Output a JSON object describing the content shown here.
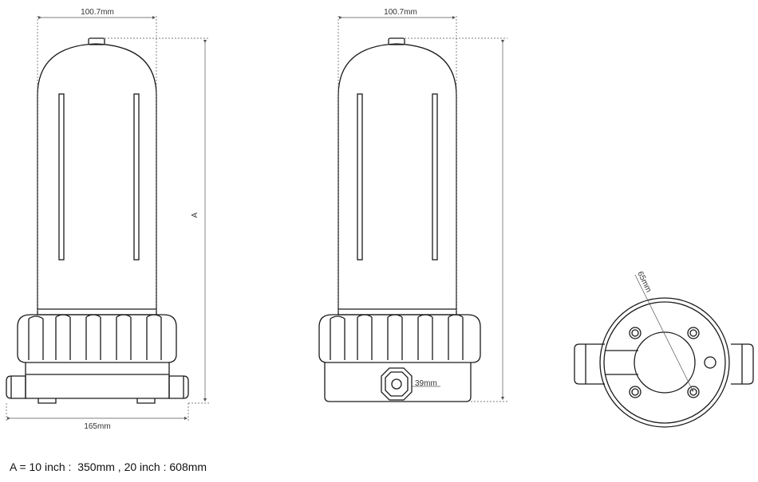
{
  "diagram": {
    "view1": {
      "width_label": "100.7mm",
      "height_label": "A",
      "base_label": "165mm"
    },
    "view2": {
      "width_label": "100.7mm",
      "port_label": "39mm"
    },
    "view3": {
      "diameter_label": "65mm"
    }
  },
  "footnote": "A = 10 inch :  350mm , 20 inch : 608mm",
  "colors": {
    "stroke": "#1a1a1a",
    "dim_line": "#555555"
  }
}
